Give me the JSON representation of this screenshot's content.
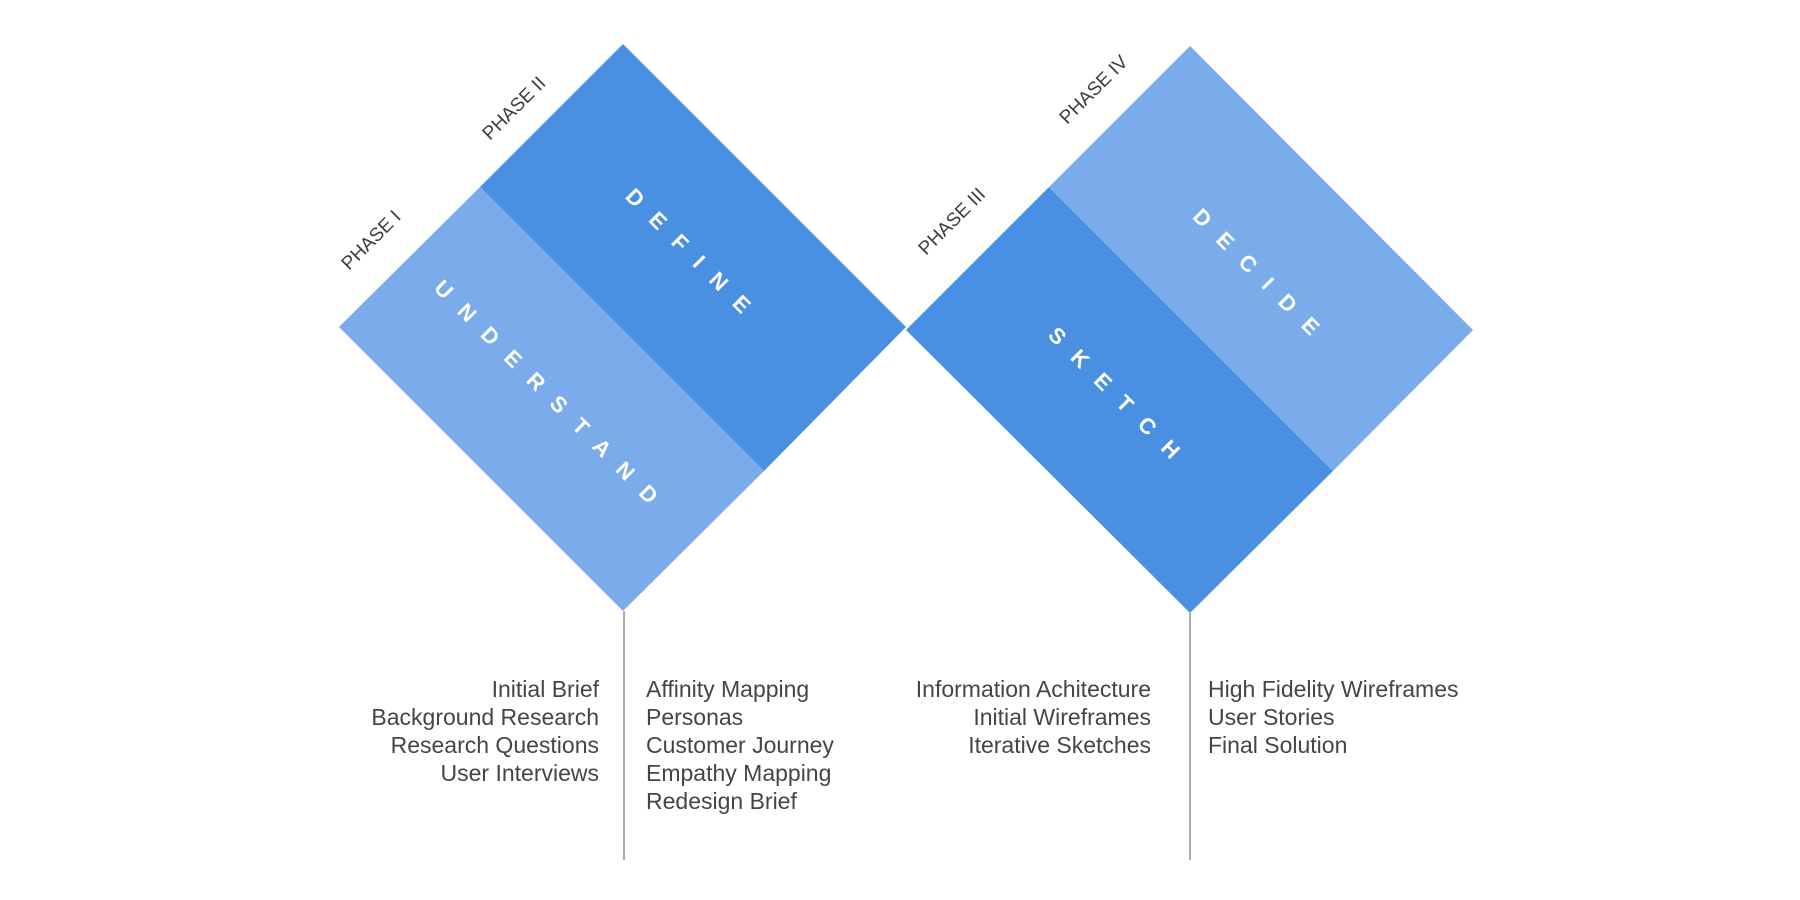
{
  "colors": {
    "light_blue": "#7aaceb",
    "dark_blue": "#4a90e2",
    "connector": "#8f8f8f",
    "text": "#454545"
  },
  "phases": [
    {
      "label": "PHASE I",
      "name": "UNDERSTAND",
      "color": "#7aaceb",
      "steps": [
        "Initial Brief",
        "Background Research",
        "Research Questions",
        "User Interviews"
      ]
    },
    {
      "label": "PHASE II",
      "name": "DEFINE",
      "color": "#4a90e2",
      "steps": [
        "Affinity Mapping",
        "Personas",
        "Customer Journey",
        "Empathy Mapping",
        "Redesign Brief"
      ]
    },
    {
      "label": "PHASE III",
      "name": "SKETCH",
      "color": "#4a90e2",
      "steps": [
        "Information Achitecture",
        "Initial Wireframes",
        "Iterative Sketches"
      ]
    },
    {
      "label": "PHASE IV",
      "name": "DECIDE",
      "color": "#7aaceb",
      "steps": [
        "High Fidelity Wireframes",
        "User Stories",
        "Final Solution"
      ]
    }
  ]
}
